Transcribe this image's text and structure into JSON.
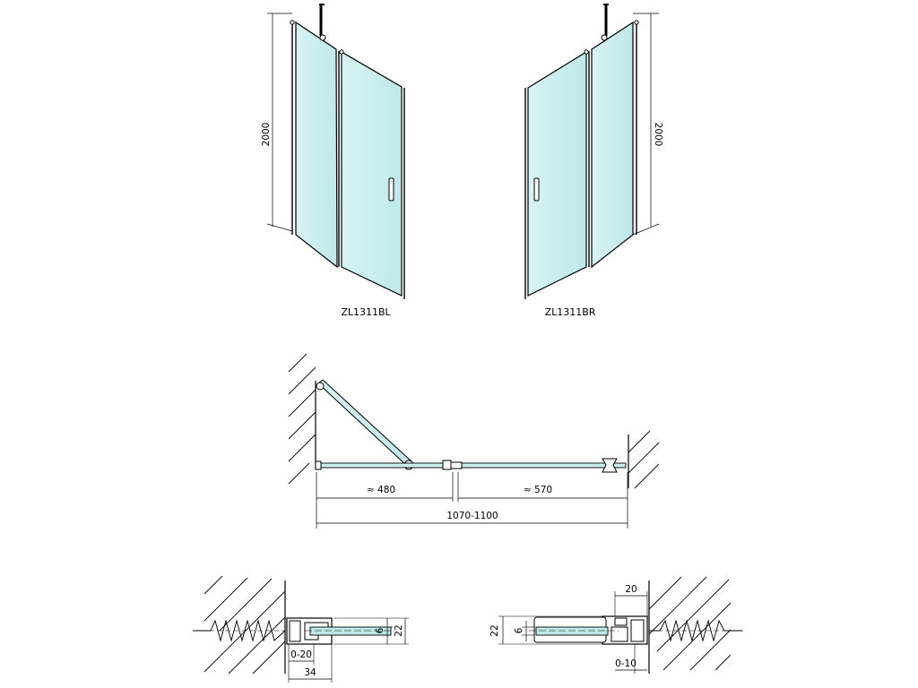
{
  "front_views": {
    "left_model": "ZL1311BL",
    "right_model": "ZL1311BR",
    "left_height": "2000",
    "right_height": "2000"
  },
  "plan_view": {
    "door_width": "≈ 480",
    "fixed_width": "≈ 570",
    "total_width": "1070-1100"
  },
  "details": {
    "left": {
      "glass_thk": "6",
      "profile_h": "22",
      "adjust": "0-20",
      "profile_w": "34"
    },
    "right": {
      "glass_thk": "6",
      "profile_h": "22",
      "adjust": "0-10",
      "top_w": "20"
    }
  },
  "colors": {
    "glass": "#cdeef0",
    "glass_dark": "#9fd8dc",
    "line": "#000000"
  }
}
